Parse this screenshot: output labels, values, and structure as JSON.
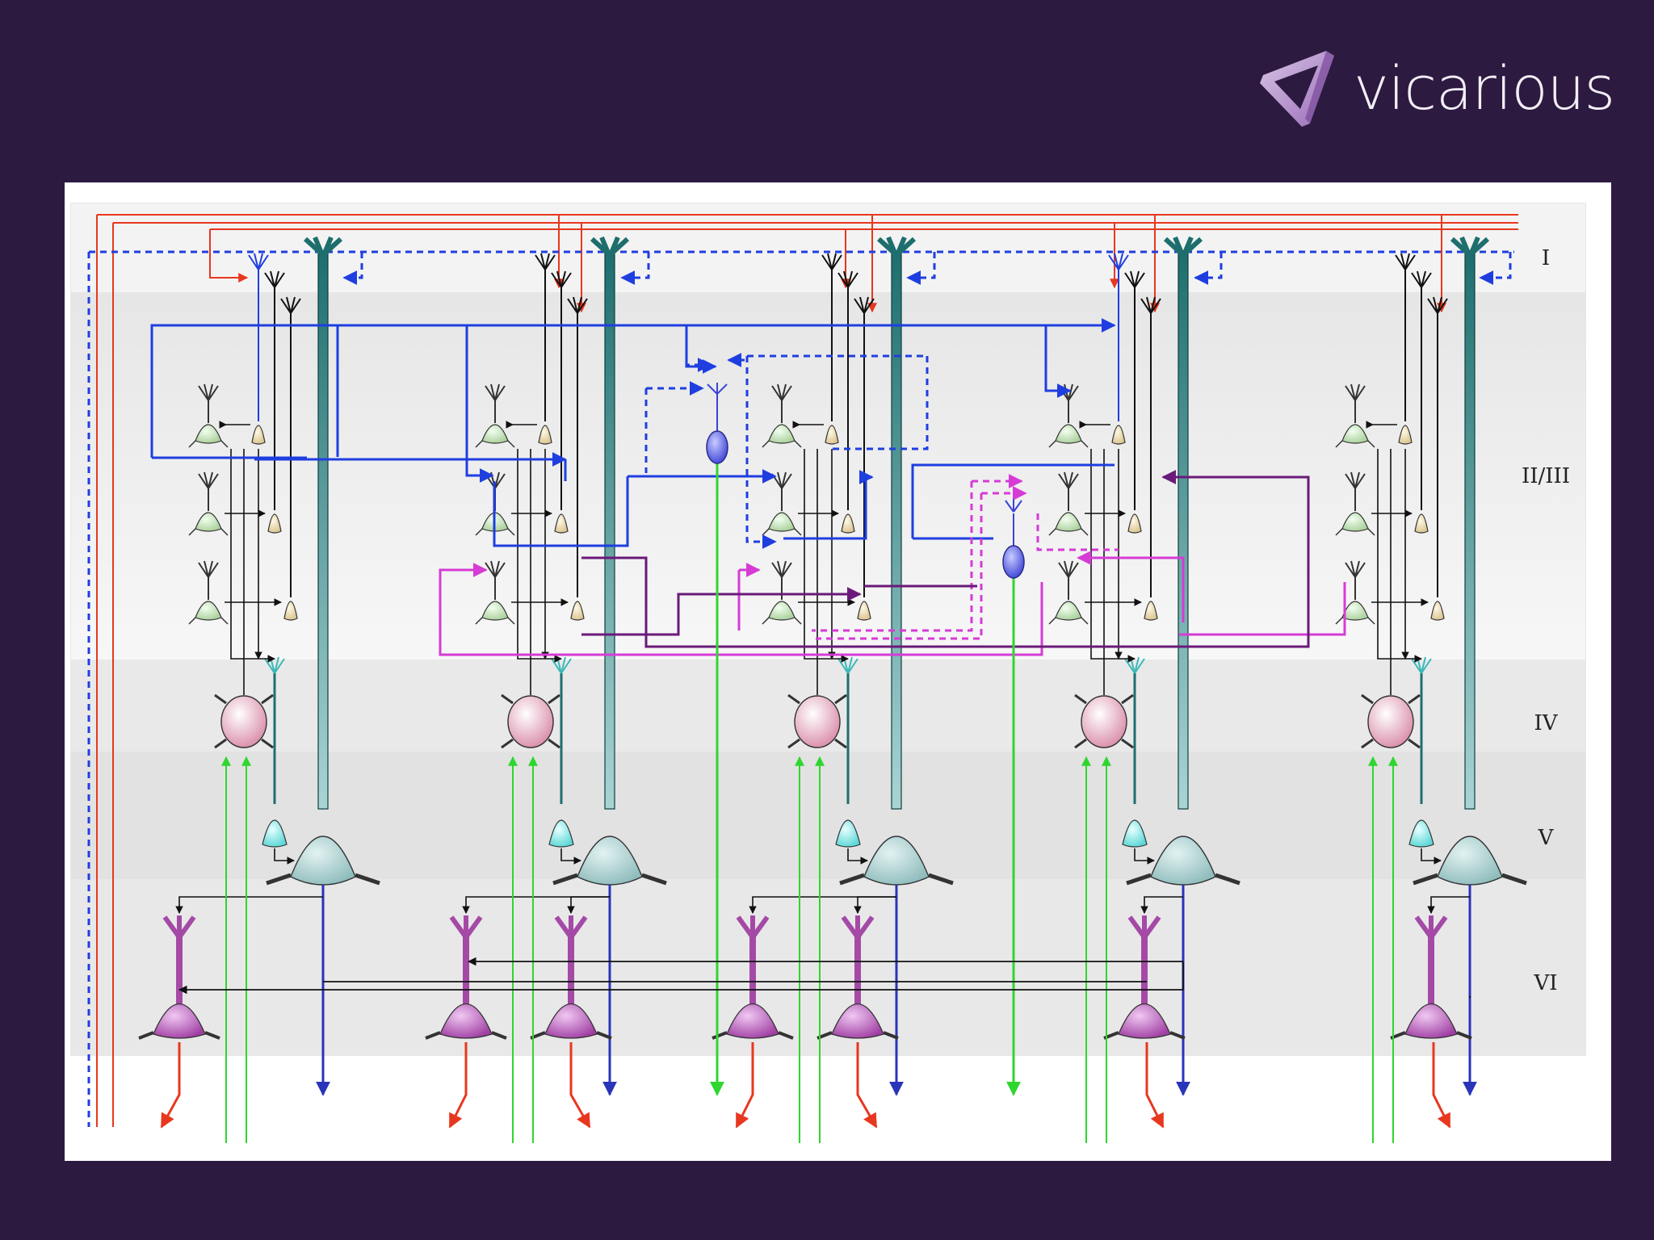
{
  "brand": {
    "name": "vicarious",
    "logo_icon": "vicarious-triangle-logo-icon"
  },
  "layers": [
    {
      "label": "I"
    },
    {
      "label": "II/III"
    },
    {
      "label": "IV"
    },
    {
      "label": "V"
    },
    {
      "label": "VI"
    }
  ],
  "colors": {
    "background": "#2c1a40",
    "red_projection": "#e8371f",
    "blue_projection": "#1f3ee0",
    "magenta_projection": "#d63bd6",
    "purple_projection": "#6a1a7a",
    "green_projection": "#2fd62f",
    "navy_output": "#2a34b8",
    "teal_pyramidal": "#1e6e6e",
    "l6_cell": "#a44aa6",
    "l4_stellate": "#e7a9c1"
  }
}
